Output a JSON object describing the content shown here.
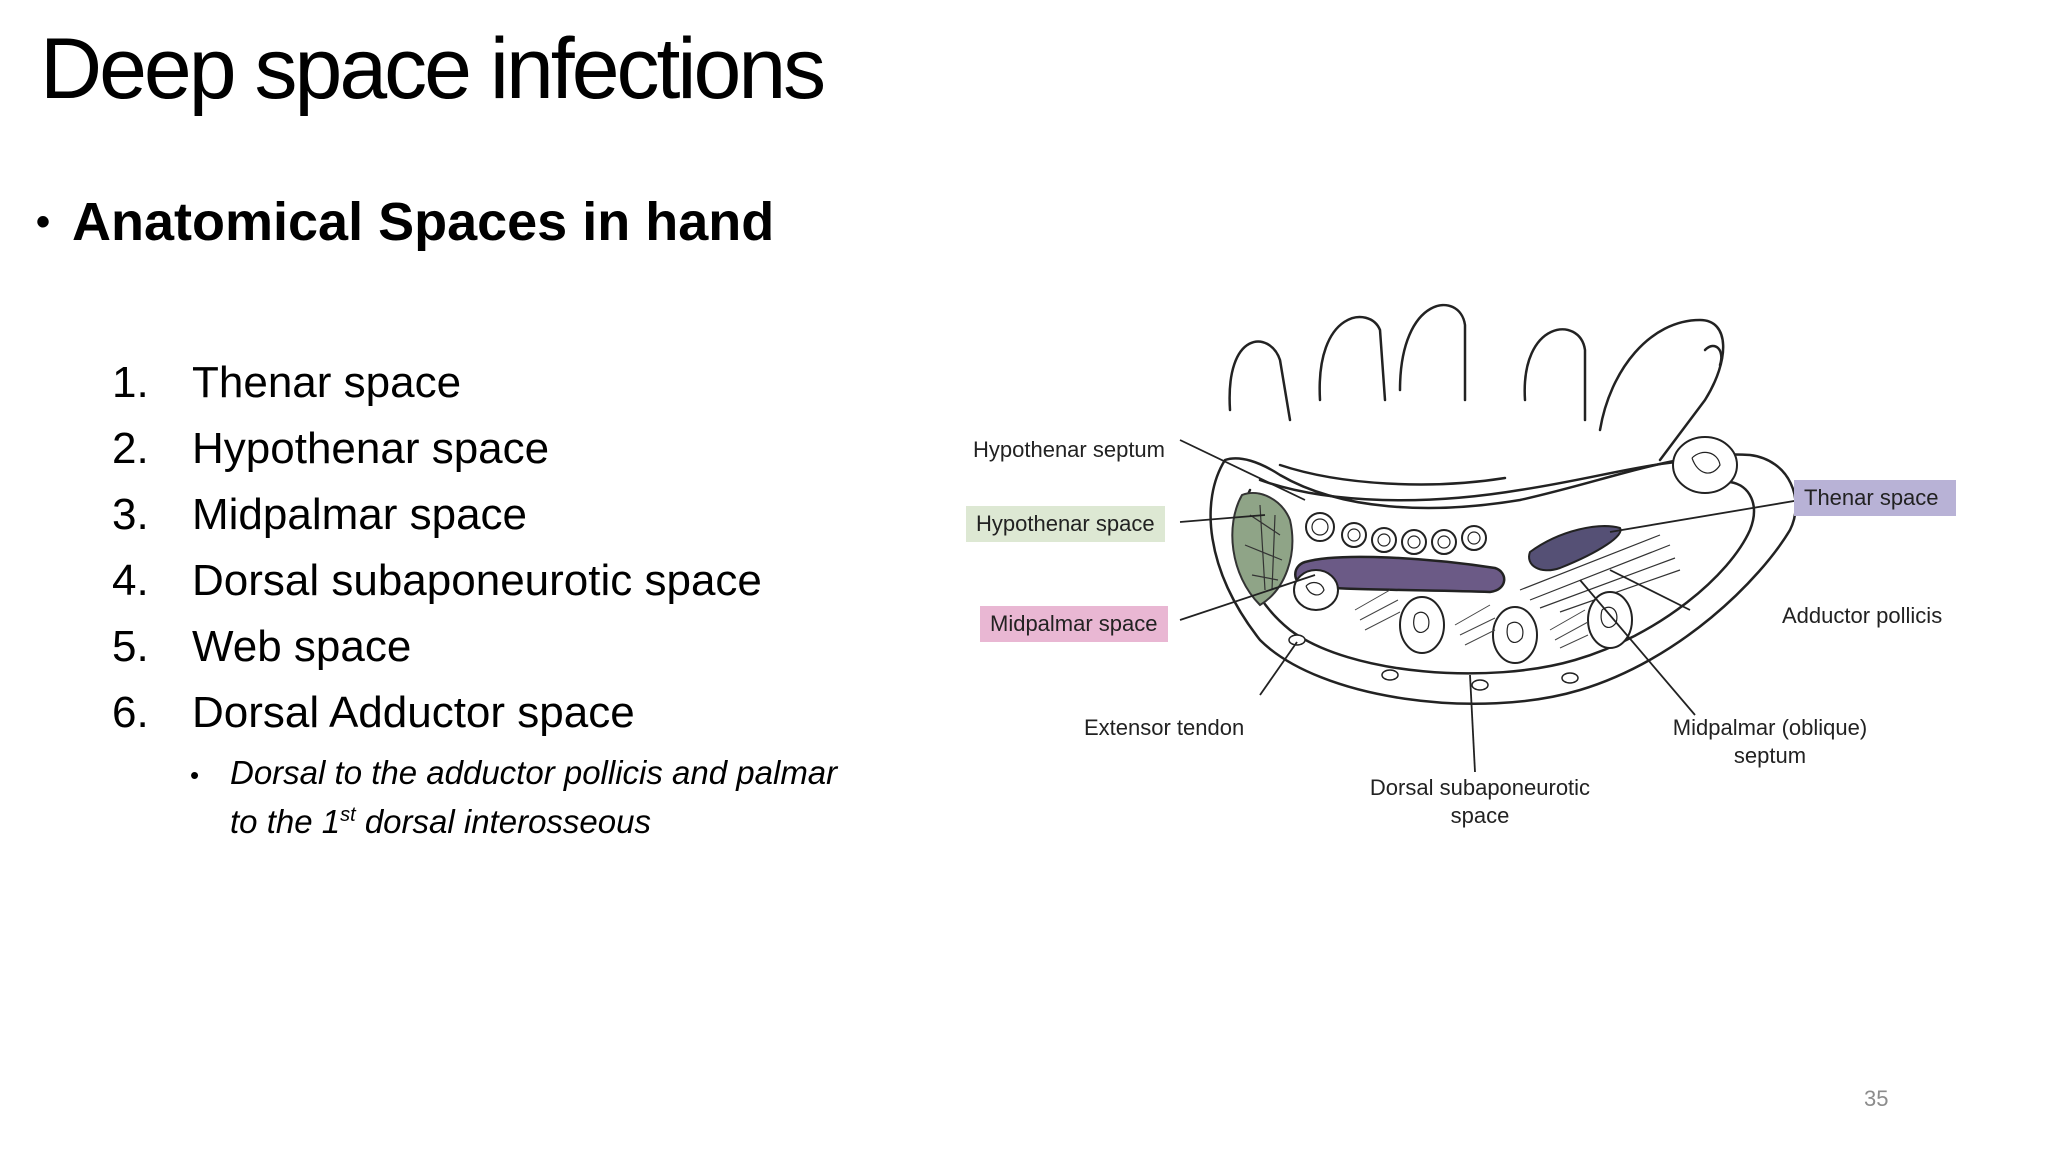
{
  "title": "Deep space infections",
  "heading": {
    "bullet": "•",
    "text": "Anatomical Spaces in hand"
  },
  "list": [
    {
      "num": "1.",
      "text": "Thenar space"
    },
    {
      "num": "2.",
      "text": "Hypothenar space"
    },
    {
      "num": "3.",
      "text": "Midpalmar space"
    },
    {
      "num": "4.",
      "text": "Dorsal subaponeurotic space"
    },
    {
      "num": "5.",
      "text": "Web space"
    },
    {
      "num": "6.",
      "text": "Dorsal Adductor space"
    }
  ],
  "sub_note": {
    "bullet": "•",
    "line1": "Dorsal to the adductor pollicis and palmar",
    "line2_a": "to the 1",
    "line2_sup": "st",
    "line2_b": " dorsal interosseous"
  },
  "figure_labels": {
    "hypothenar_septum": "Hypothenar septum",
    "hypothenar_space": "Hypothenar space",
    "midpalmar_space": "Midpalmar space",
    "extensor_tendon": "Extensor tendon",
    "dorsal_subaponeurotic_1": "Dorsal subaponeurotic",
    "dorsal_subaponeurotic_2": "space",
    "midpalmar_septum_1": "Midpalmar (oblique)",
    "midpalmar_septum_2": "septum",
    "adductor_pollicis": "Adductor pollicis",
    "thenar_space": "Thenar space"
  },
  "colors": {
    "hypothenar_box": "#dde8d3",
    "midpalmar_box": "#e9b7d3",
    "thenar_box": "#b8b2d6",
    "hypothenar_fill": "#8fa487",
    "midpalmar_fill": "#6b5a86",
    "thenar_fill": "#555075"
  },
  "page_number": "35"
}
